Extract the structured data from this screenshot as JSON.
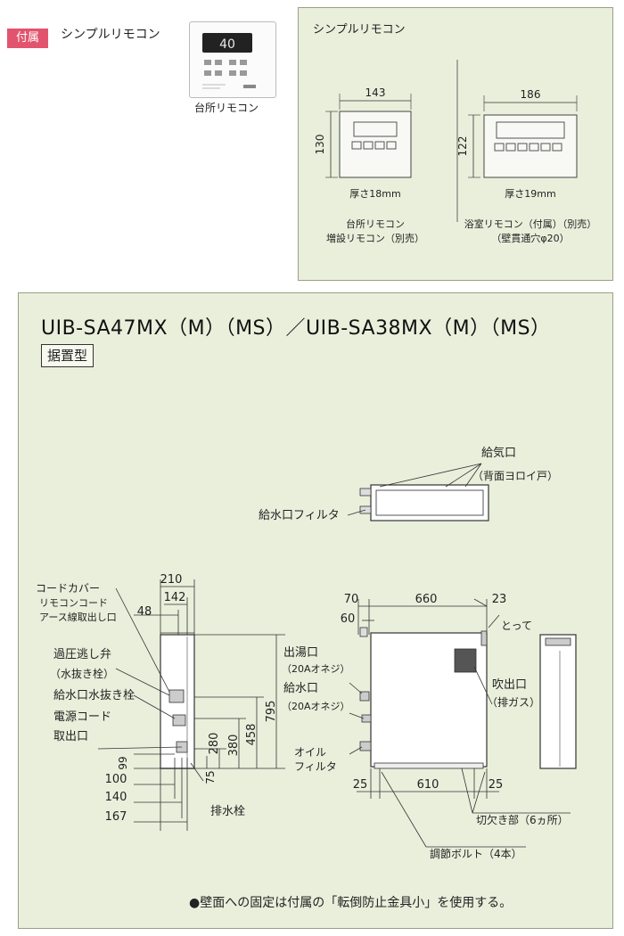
{
  "header": {
    "badge": "付属",
    "title": "シンプルリモコン",
    "photo_caption": "台所リモコン",
    "photo_display": "40"
  },
  "remote_panel": {
    "title": "シンプルリモコン",
    "kitchen": {
      "width": "143",
      "height": "130",
      "thickness": "厚さ18mm",
      "caption_1": "台所リモコン",
      "caption_2": "増設リモコン（別売）"
    },
    "bath": {
      "width": "186",
      "height": "122",
      "thickness": "厚さ19mm",
      "caption_1": "浴室リモコン（付属）（別売）",
      "caption_2": "（壁貫通穴φ20）"
    }
  },
  "main": {
    "model": "UIB-SA47MX（M）（MS）／UIB-SA38MX（M）（MS）",
    "type": "据置型",
    "labels": {
      "air_intake": "給気口",
      "rear_louver": "（背面ヨロイ戸）",
      "water_inlet_filter": "給水口フィルタ",
      "cord_cover": "コードカバー",
      "cord_note_1": "リモコンコード",
      "cord_note_2": "アース線取出し口",
      "relief_valve": "過圧逃し弁",
      "drain_plug_note": "（水抜き栓）",
      "inlet_drain": "給水口水抜き栓",
      "power_cord_1": "電源コード",
      "power_cord_2": "取出口",
      "drain_plug": "排水栓",
      "hot_outlet": "出湯口",
      "hot_outlet_spec": "（20Aオネジ）",
      "water_inlet": "給水口",
      "water_inlet_spec": "（20Aオネジ）",
      "oil_filter_1": "オイル",
      "oil_filter_2": "フィルタ",
      "handle": "とって",
      "exhaust": "吹出口",
      "exhaust_note": "（排ガス）",
      "notch": "切欠き部（6ヵ所）",
      "leveling_bolt": "調節ボルト（4本）"
    },
    "dims": {
      "side_210": "210",
      "side_142": "142",
      "side_48": "48",
      "side_795": "795",
      "side_458": "458",
      "side_380": "380",
      "side_280": "280",
      "side_75": "75",
      "side_99": "99",
      "side_100": "100",
      "side_140": "140",
      "side_167": "167",
      "front_70": "70",
      "front_660": "660",
      "front_23": "23",
      "front_60": "60",
      "front_25l": "25",
      "front_610": "610",
      "front_25r": "25"
    },
    "note": "●壁面への固定は付属の「転倒防止金具小」を使用する。"
  }
}
